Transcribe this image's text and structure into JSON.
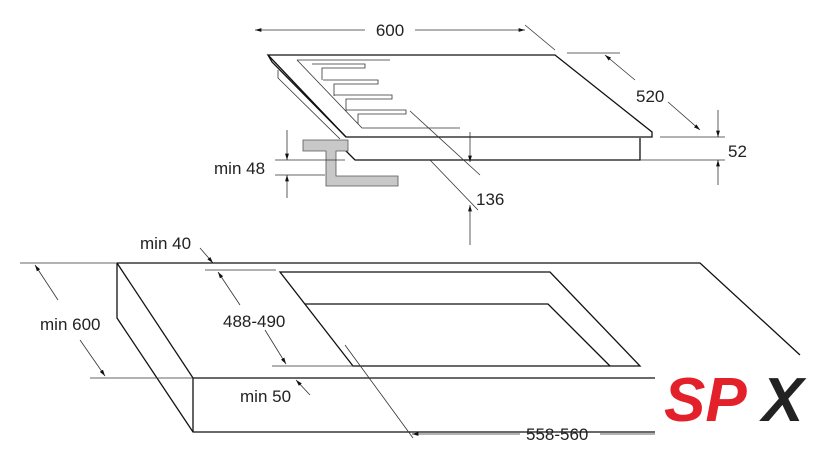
{
  "diagram": {
    "hob_dimensions": {
      "width": "600",
      "depth": "520",
      "height": "52",
      "min_clearance": "min 48",
      "clearance_below": "136"
    },
    "cutout_dimensions": {
      "min_rear_distance": "min 40",
      "min_counter_depth": "min 600",
      "cutout_depth": "488-490",
      "min_front_distance": "min 50",
      "cutout_width": "558-560"
    }
  },
  "logo": {
    "text_red": "SP",
    "text_black": "X",
    "red": "#e3212b",
    "black": "#222222"
  }
}
